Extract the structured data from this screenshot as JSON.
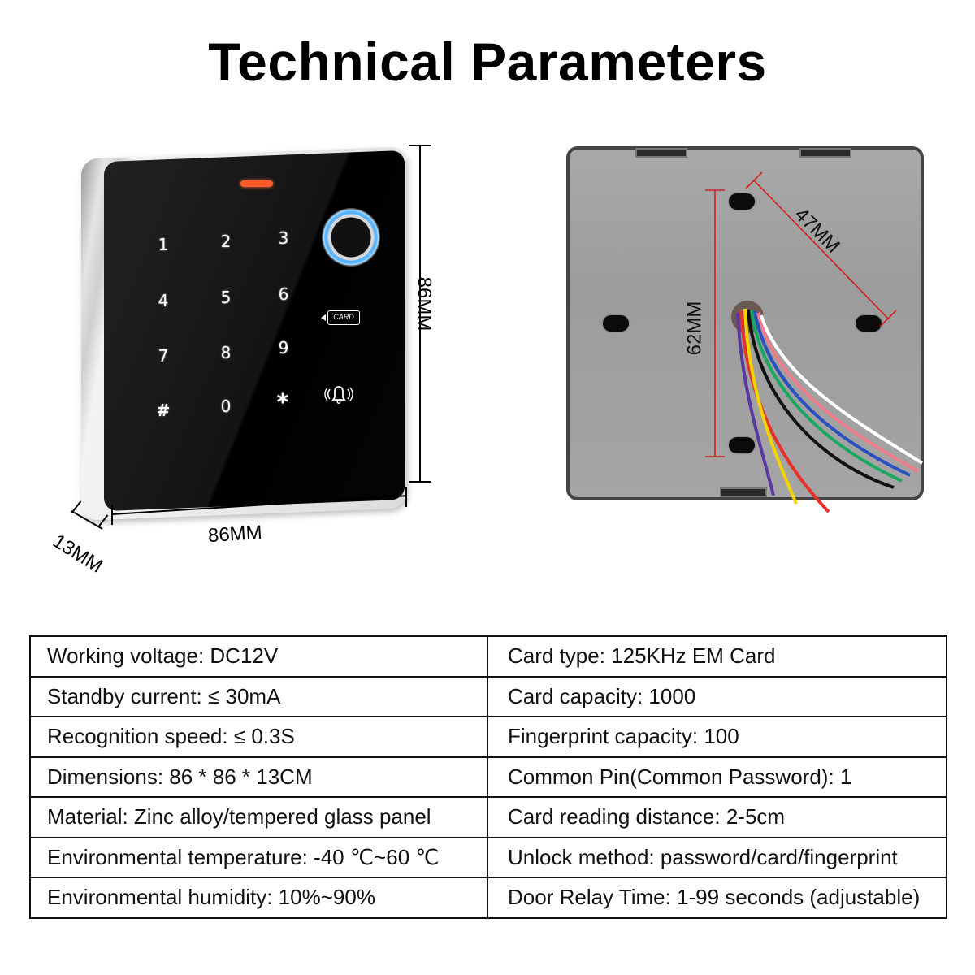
{
  "page": {
    "title": "Technical Parameters"
  },
  "front_view": {
    "keypad": {
      "keys": [
        "1",
        "2",
        "3",
        "4",
        "5",
        "6",
        "7",
        "8",
        "9",
        "#",
        "0",
        "*"
      ]
    },
    "card_icon_label": "CARD",
    "icons": [
      "fingerprint-sensor-icon",
      "card-reader-icon",
      "doorbell-icon",
      "status-led"
    ],
    "dimensions": {
      "height": "86MM",
      "width": "86MM",
      "depth": "13MM"
    },
    "colors": {
      "glass_panel": "#0a0a0a",
      "frame": "#d8d8d8",
      "led": "#ff5a2a",
      "fingerprint_ring": "#5ab4ff"
    }
  },
  "back_view": {
    "dimensions": {
      "vertical_hole_spacing": "62MM",
      "diagonal_hole_spacing": "47MM"
    },
    "wire_colors": [
      "#f5d300",
      "#e8302a",
      "#111111",
      "#1aa860",
      "#2a4fc0",
      "#f07c8c",
      "#ffffff",
      "#5a3aa0"
    ],
    "colors": {
      "plate": "#a3a3a3",
      "dimension_line": "#d42020"
    }
  },
  "specs": {
    "rows": [
      {
        "left": "Working voltage: DC12V",
        "right": "Card type: 125KHz EM Card"
      },
      {
        "left": "Standby current: ≤ 30mA",
        "right": "Card capacity: 1000"
      },
      {
        "left": "Recognition speed: ≤ 0.3S",
        "right": "Fingerprint capacity: 100"
      },
      {
        "left": "Dimensions: 86 * 86 * 13CM",
        "right": "Common Pin(Common Password): 1"
      },
      {
        "left": "Material: Zinc alloy/tempered glass panel",
        "right": "Card reading distance: 2-5cm"
      },
      {
        "left": "Environmental temperature: -40 ℃~60 ℃",
        "right": "Unlock method: password/card/fingerprint"
      },
      {
        "left": "Environmental humidity: 10%~90%",
        "right": "Door Relay Time: 1-99 seconds (adjustable)"
      }
    ]
  }
}
